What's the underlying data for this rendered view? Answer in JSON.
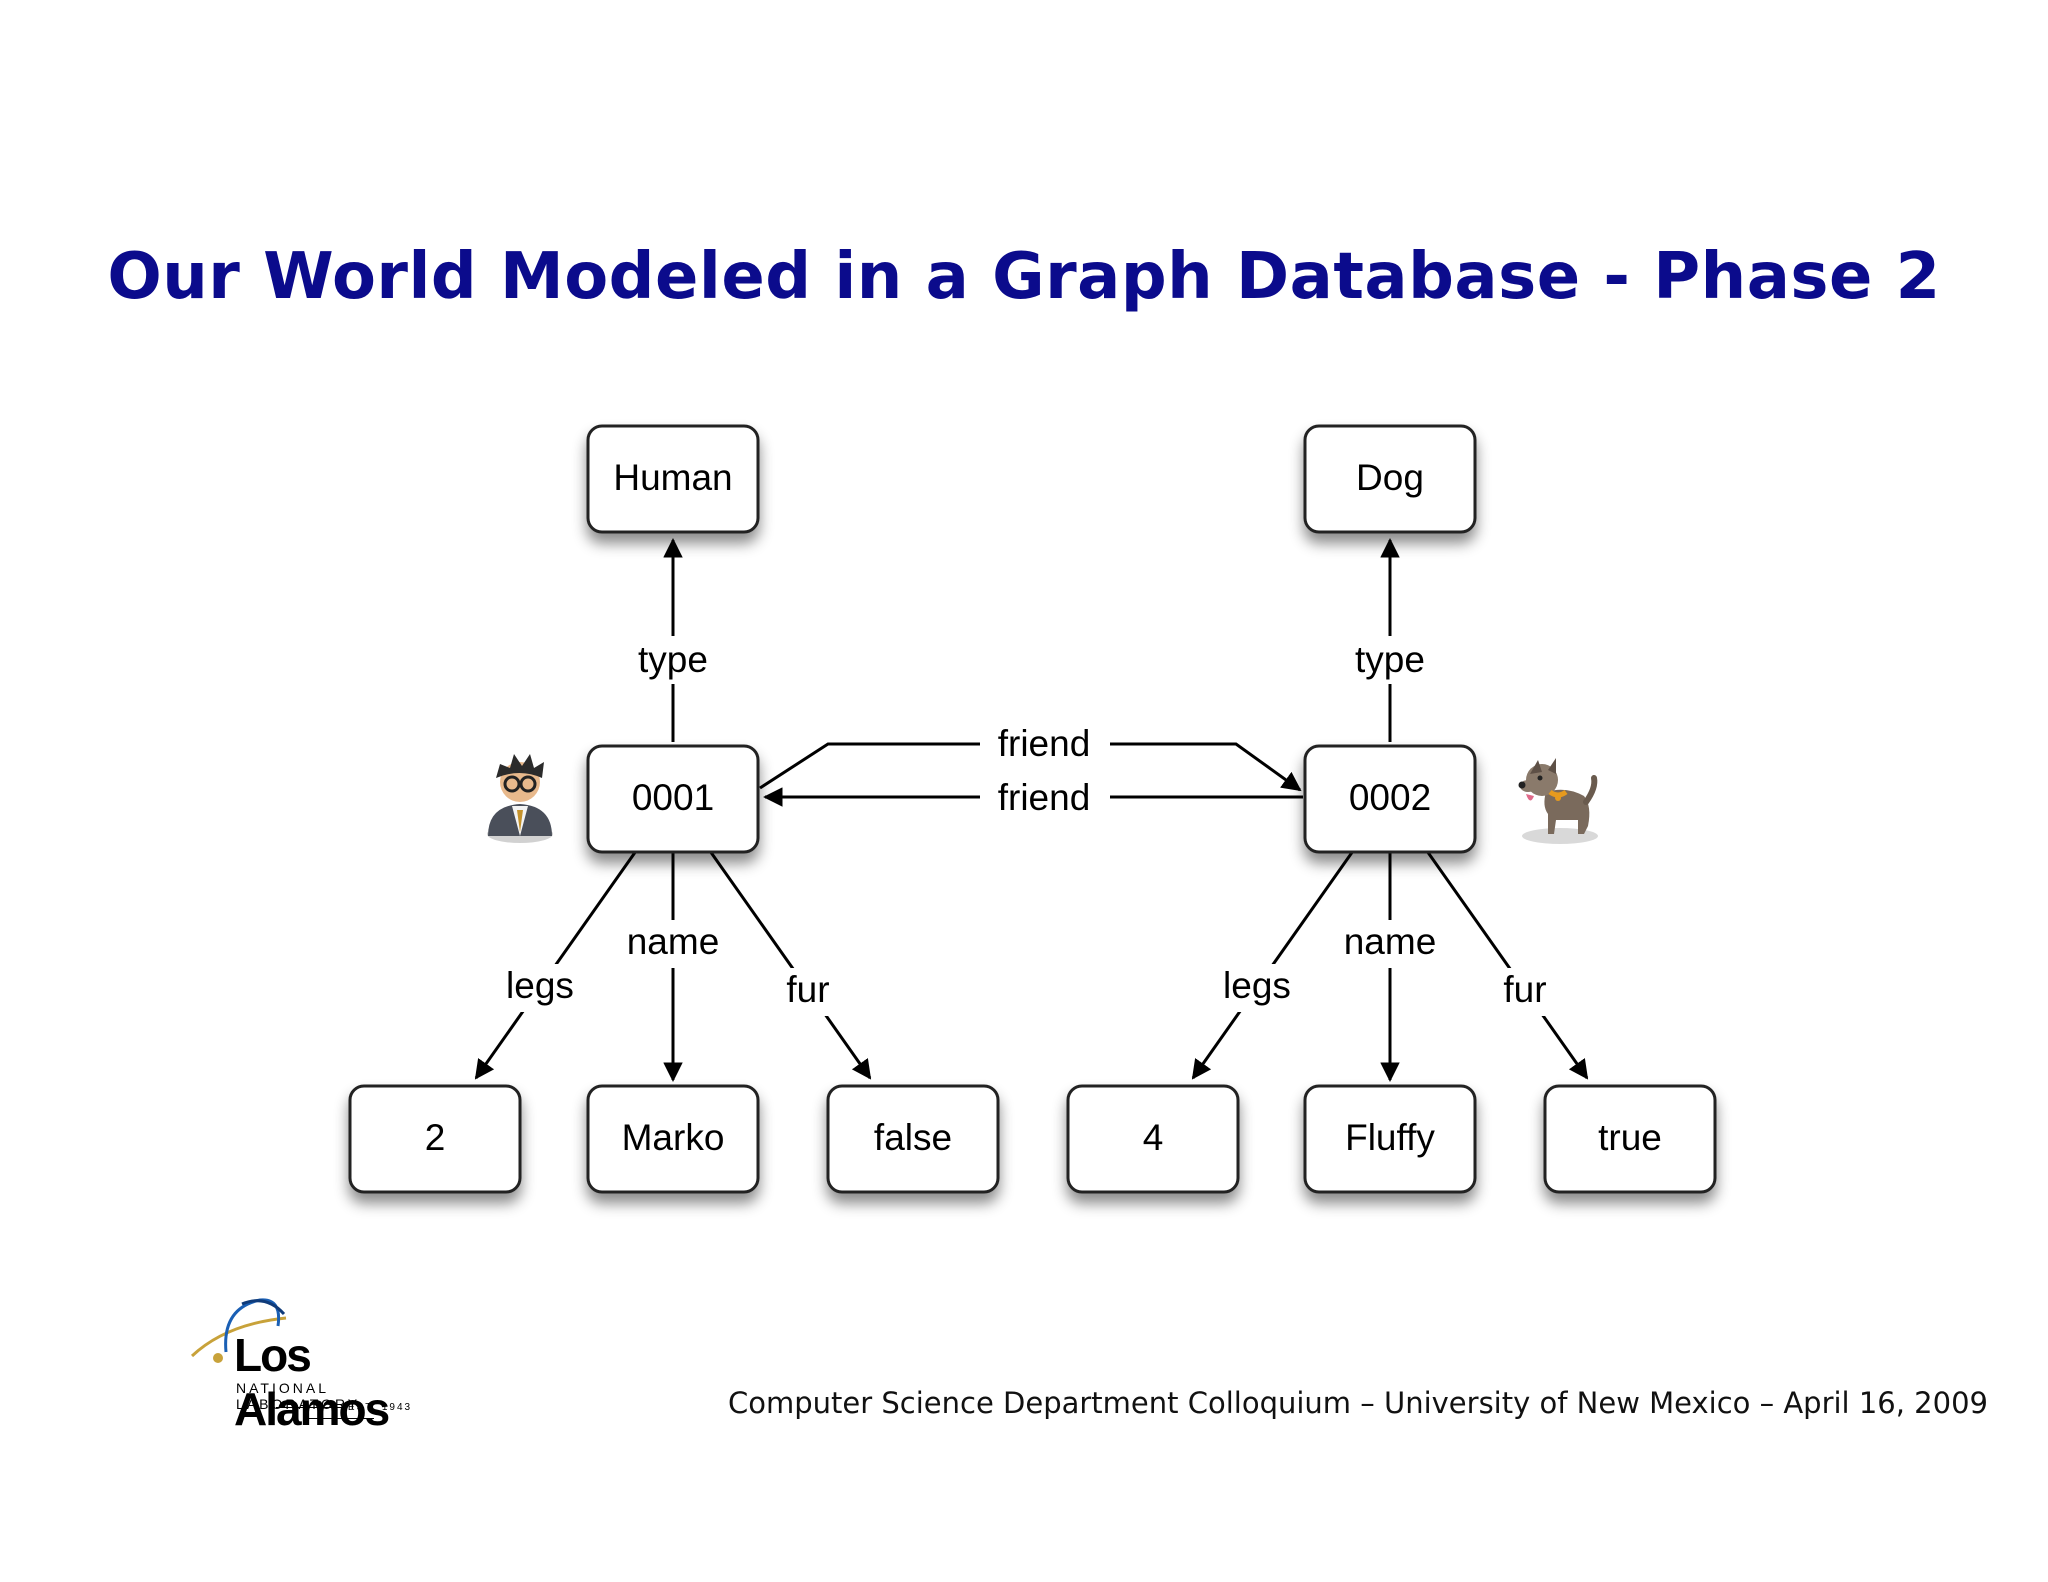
{
  "title": "Our World Modeled in a Graph Database - Phase 2",
  "nodes": {
    "human": "Human",
    "dog": "Dog",
    "marko_id": "0001",
    "fluffy_id": "0002",
    "legs_2": "2",
    "name_marko": "Marko",
    "fur_false": "false",
    "legs_4": "4",
    "name_fluffy": "Fluffy",
    "fur_true": "true"
  },
  "edges": {
    "type_left": "type",
    "type_right": "type",
    "friend_top": "friend",
    "friend_bottom": "friend",
    "legs_left": "legs",
    "name_left": "name",
    "fur_left": "fur",
    "legs_right": "legs",
    "name_right": "name",
    "fur_right": "fur"
  },
  "icons": {
    "person": "person-with-glasses-icon",
    "dog": "dog-icon"
  },
  "logo": {
    "main": "Los Alamos",
    "sub": "NATIONAL LABORATORY",
    "est": "EST. 1943"
  },
  "footer": "Computer Science Department Colloquium – University of New Mexico – April 16, 2009",
  "colors": {
    "title": "#0b0b8c",
    "node_border": "#222222",
    "edge": "#000000"
  }
}
